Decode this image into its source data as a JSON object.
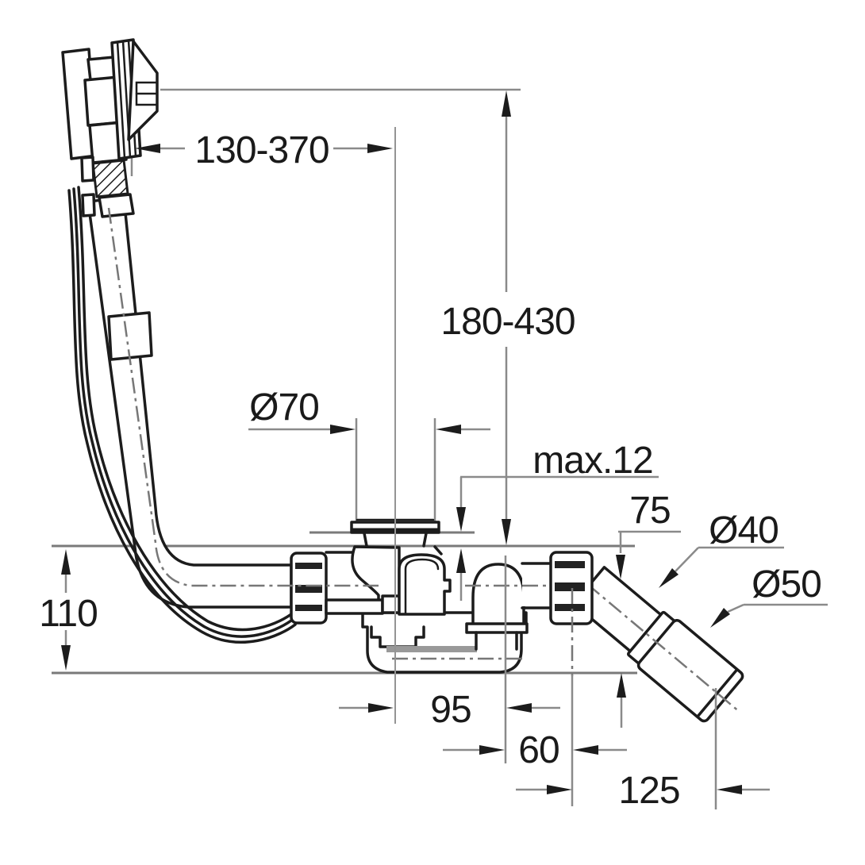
{
  "drawing": {
    "kind": "technical-dimension-drawing",
    "subject": "bath waste and overflow set with rotary knob, trap and angled outlet pipe",
    "colors": {
      "background": "#ffffff",
      "outline": "#1c1c1c",
      "dimension_lines": "#8a8a8a",
      "reference_lines": "#777777",
      "text": "#1a1a1a"
    },
    "dimensions": {
      "knob_to_drain_horizontal": {
        "text": "130-370"
      },
      "knob_to_tub_bottom_vertical": {
        "text": "180-430"
      },
      "waste_flange_diameter": {
        "text": "Ø70"
      },
      "tub_bottom_max_thickness": {
        "text": "max.12"
      },
      "outlet_drop_height": {
        "text": "75"
      },
      "outlet_pipe_diameter": {
        "text": "Ø40"
      },
      "outlet_end_diameter": {
        "text": "Ø50"
      },
      "trap_depth": {
        "text": "110"
      },
      "drain_to_riser": {
        "text": "95"
      },
      "riser_to_elbow": {
        "text": "60"
      },
      "elbow_to_pipe_end": {
        "text": "125"
      }
    }
  }
}
